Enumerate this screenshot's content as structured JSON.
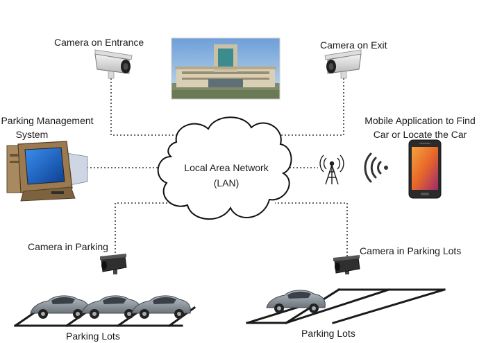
{
  "labels": {
    "camera_entrance": "Camera on Entrance",
    "camera_exit": "Camera on Exit",
    "pms_line1": "Parking Management",
    "pms_line2": "System",
    "mobile_line1": "Mobile Application to Find",
    "mobile_line2": "Car or Locate the Car",
    "network_line1": "Local Area Network",
    "network_line2": "(LAN)",
    "camera_parking_left": "Camera in Parking",
    "camera_parking_right": "Camera in Parking Lots",
    "parking_lots_left": "Parking Lots",
    "parking_lots_right": "Parking Lots"
  },
  "icons": {
    "camera_entrance": "bullet-camera-icon",
    "camera_exit": "bullet-camera-icon",
    "building_photo": "building-photo",
    "computer": "desktop-computer-icon",
    "antenna": "radio-antenna-icon",
    "wireless": "wireless-signal-icon",
    "phone": "smartphone-icon",
    "camera_parking": "security-camera-icon",
    "car": "car-icon"
  },
  "colors": {
    "connector": "#333333",
    "cloud_stroke": "#111111",
    "monitor_screen": "#1f6fd0",
    "computer_body": "#8a6a45",
    "phone_screen": "#e8672a"
  }
}
